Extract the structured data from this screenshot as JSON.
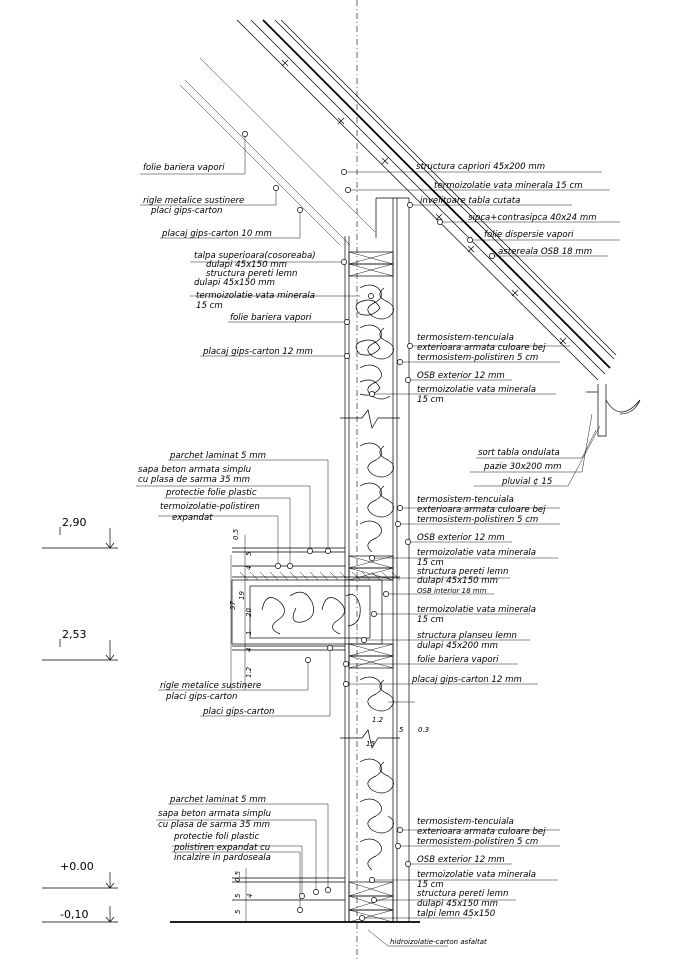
{
  "left_labels": [
    "folie bariera vapori",
    "rigle metalice sustinere",
    "placi gips-carton",
    "placaj gips-carton 10 mm",
    "talpa superioara(cosoreaba)",
    "dulapi  45x150 mm",
    "structura pereti lemn",
    "dulapi  45x150 mm",
    "termoizolatie vata minerala",
    "15 cm",
    "folie bariera vapori",
    "placaj gips-carton 12 mm",
    "parchet laminat 5 mm",
    "sapa beton armata simplu",
    "cu plasa de sarma 35 mm",
    "protectie folie plastic",
    "termoizolatie-polistiren",
    "expandat",
    "rigle metalice sustinere",
    "placi gips-carton",
    "placi gips-carton",
    "parchet laminat 5 mm",
    "sapa beton armata simplu",
    "cu plasa de sarma 35 mm",
    "protectie foli plastic",
    "polistiren expandat cu",
    "incalzire in pardoseala"
  ],
  "right_labels": [
    "structura capriori 45x200 mm",
    "termoizolatie vata minerala 15 cm",
    "invelitoare tabla cutata",
    "sipca+contrasipca 40x24 mm",
    "folie dispersie vapori",
    "astereala OSB 18 mm",
    "termosistem-tencuiala",
    "exterioara armata culoare bej",
    "termosistem-polistiren 5 cm",
    "OSB exterior 12 mm",
    "termoizolatie vata minerala",
    "15 cm",
    "sort tabla ondulata",
    "pazie 30x200 mm",
    "pluvial ¢ 15",
    "termosistem-tencuiala",
    "exterioara armata culoare bej",
    "termosistem-polistiren 5 cm",
    "OSB exterior 12 mm",
    "termoizolatie vata minerala",
    "15 cm",
    "structura pereti lemn",
    "dulapi  45x150 mm",
    "OSB interior 18 mm",
    "termoizolatie vata minerala",
    "15 cm",
    "structura planseu lemn",
    "dulapi  45x200 mm",
    "folie bariera vapori",
    "placaj gips-carton 12 mm",
    "termosistem-tencuiala",
    "exterioara armata culoare bej",
    "termosistem-polistiren 5 cm",
    "OSB exterior 12 mm",
    "termoizolatie vata minerala",
    "15 cm",
    "structura pereti lemn",
    "dulapi  45x150 mm",
    "talpi lemn 45x150",
    "hidroizolatie-carton asfaltat"
  ],
  "levels": [
    "2,90",
    "2,53",
    "+0.00",
    "-0,10"
  ],
  "dimensions": [
    "0.5",
    "5",
    "4",
    "19",
    "20",
    "37",
    "1",
    "4",
    "1.2",
    "1.2",
    "5",
    "0.3",
    "15",
    "0.5",
    "5",
    "4",
    "5"
  ]
}
